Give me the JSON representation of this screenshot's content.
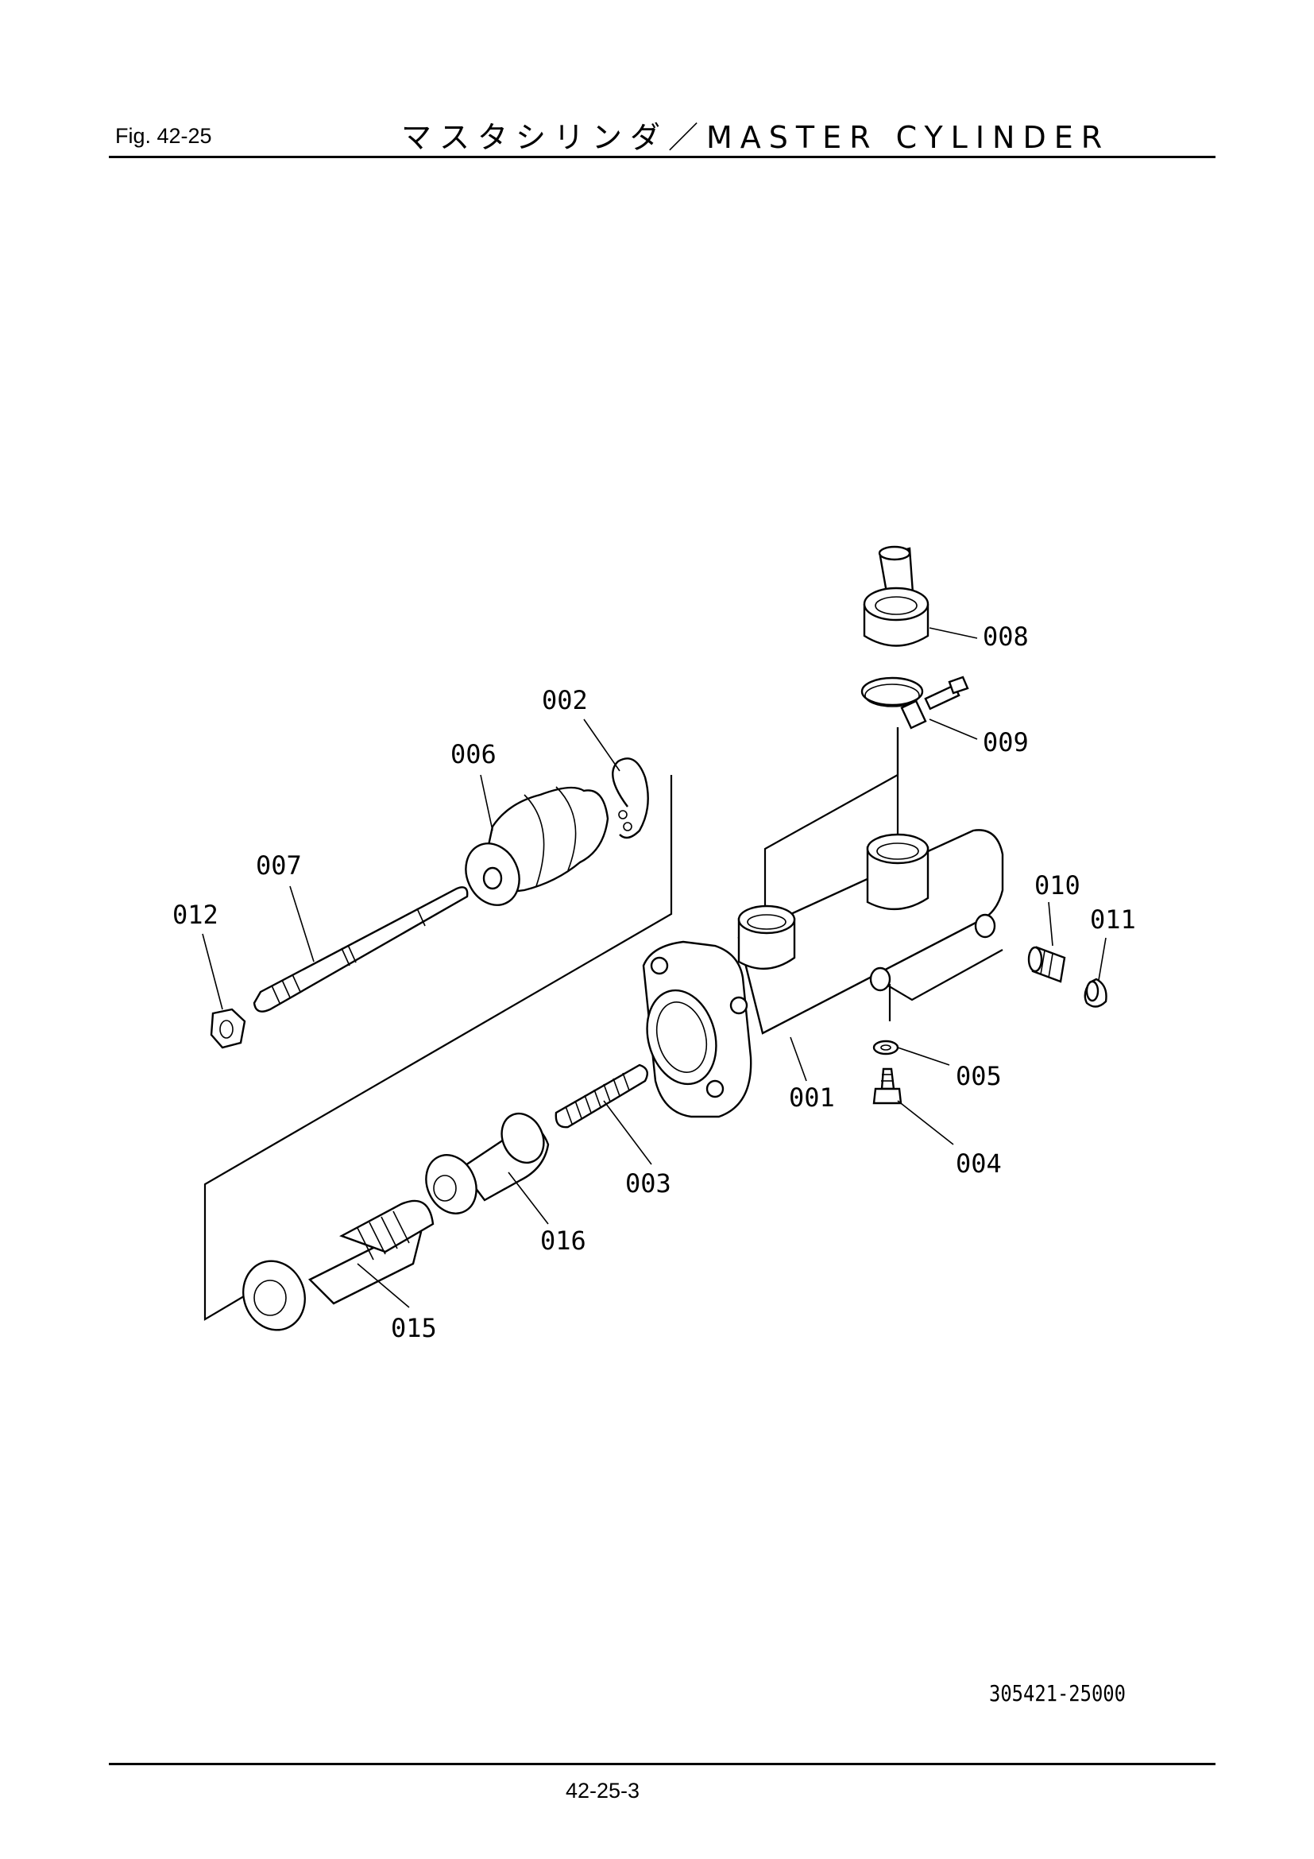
{
  "header": {
    "fig_label": "Fig.  42-25",
    "title": "マスタシリンダ／MASTER CYLINDER"
  },
  "parts": [
    {
      "id": "008",
      "label": "008"
    },
    {
      "id": "002",
      "label": "002"
    },
    {
      "id": "009",
      "label": "009"
    },
    {
      "id": "006",
      "label": "006"
    },
    {
      "id": "007",
      "label": "007"
    },
    {
      "id": "010",
      "label": "010"
    },
    {
      "id": "012",
      "label": "012"
    },
    {
      "id": "011",
      "label": "011"
    },
    {
      "id": "005",
      "label": "005"
    },
    {
      "id": "001",
      "label": "001"
    },
    {
      "id": "004",
      "label": "004"
    },
    {
      "id": "003",
      "label": "003"
    },
    {
      "id": "016",
      "label": "016"
    },
    {
      "id": "015",
      "label": "015"
    }
  ],
  "footer": {
    "drawing_number": "305421-25000",
    "page_number": "42-25-3"
  }
}
